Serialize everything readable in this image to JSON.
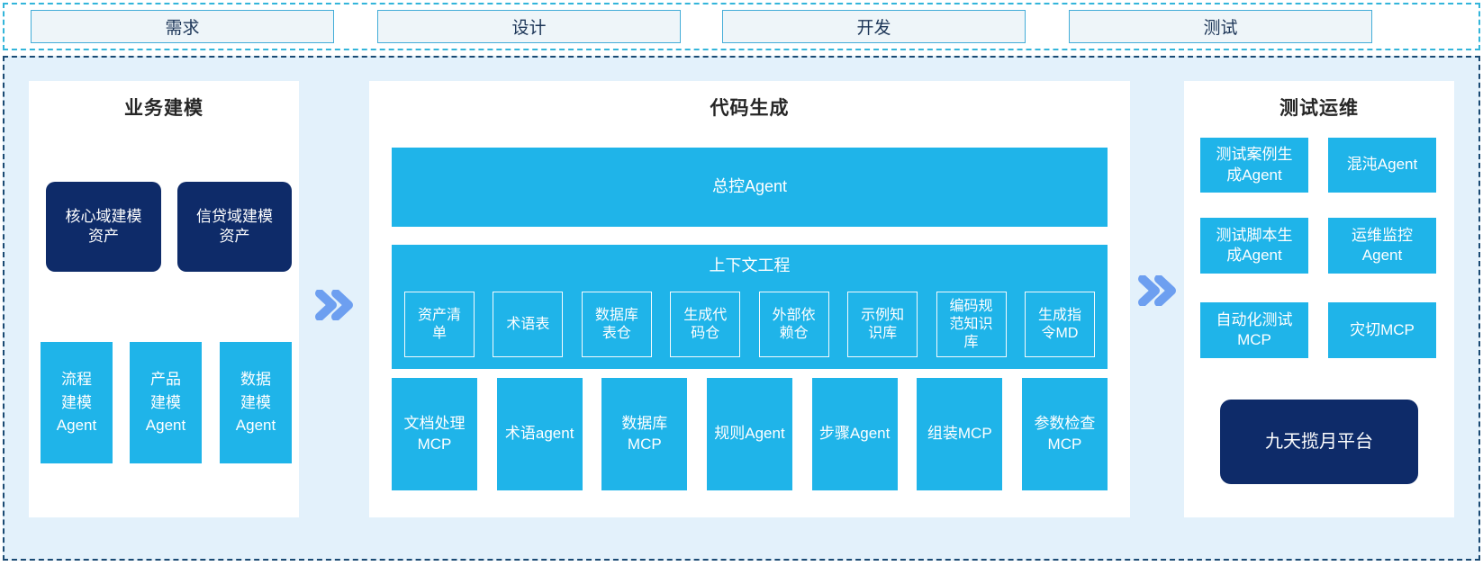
{
  "phases": [
    {
      "label": "需求"
    },
    {
      "label": "设计"
    },
    {
      "label": "开发"
    },
    {
      "label": "测试"
    }
  ],
  "business_modeling": {
    "title": "业务建模",
    "assets": [
      {
        "label": "核心域建模\n资产"
      },
      {
        "label": "信贷域建模\n资产"
      }
    ],
    "agents": [
      {
        "label": "流程\n建模\nAgent"
      },
      {
        "label": "产品\n建模\nAgent"
      },
      {
        "label": "数据\n建模\nAgent"
      }
    ]
  },
  "code_generation": {
    "title": "代码生成",
    "master_agent": "总控Agent",
    "context_engineering": {
      "title": "上下文工程",
      "items": [
        {
          "label": "资产清\n单"
        },
        {
          "label": "术语表"
        },
        {
          "label": "数据库\n表仓"
        },
        {
          "label": "生成代\n码仓"
        },
        {
          "label": "外部依\n赖仓"
        },
        {
          "label": "示例知\n识库"
        },
        {
          "label": "编码规\n范知识\n库"
        },
        {
          "label": "生成指\n令MD"
        }
      ]
    },
    "tools": [
      {
        "label": "文档处理\nMCP"
      },
      {
        "label": "术语agent"
      },
      {
        "label": "数据库\nMCP"
      },
      {
        "label": "规则Agent"
      },
      {
        "label": "步骤Agent"
      },
      {
        "label": "组装MCP"
      },
      {
        "label": "参数检查\nMCP"
      }
    ]
  },
  "test_ops": {
    "title": "测试运维",
    "boxes": [
      {
        "label": "测试案例生\n成Agent"
      },
      {
        "label": "混沌Agent"
      },
      {
        "label": "测试脚本生\n成Agent"
      },
      {
        "label": "运维监控\nAgent"
      },
      {
        "label": "自动化测试\nMCP"
      },
      {
        "label": "灾切MCP"
      }
    ],
    "platform": {
      "label": "九天揽月平台"
    }
  },
  "colors": {
    "cyan": "#1FB4E9",
    "navy": "#0E2B69",
    "container_bg": "#E3F1FB",
    "panel_bg": "#FFFFFF",
    "arrow_blue": "#6D9FF0",
    "phase_box_bg": "#EEF5F9",
    "phase_box_border": "#44ADD8",
    "top_strip_border": "#33B5DA",
    "main_border": "#1A4A73"
  }
}
